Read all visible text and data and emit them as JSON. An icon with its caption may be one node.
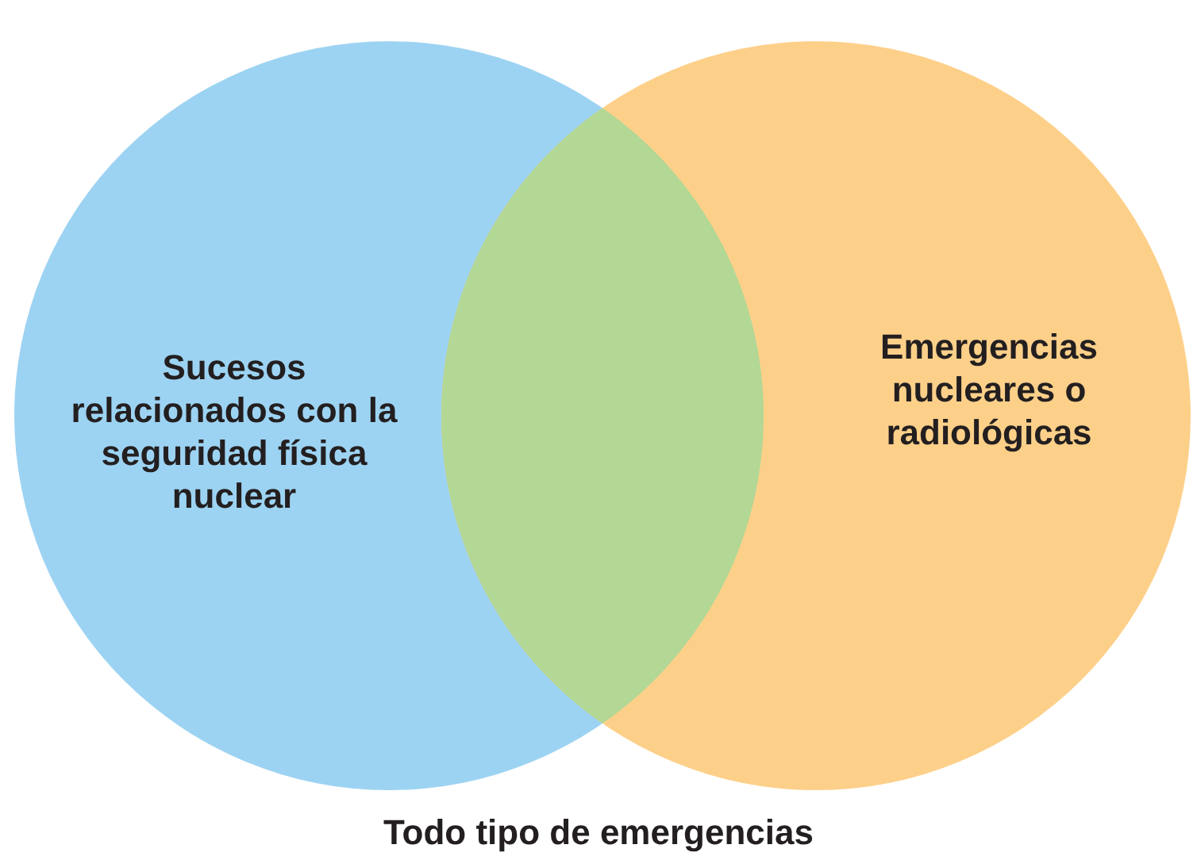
{
  "diagram": {
    "caption": "Todo tipo de emergencias",
    "nodes": [
      {
        "text": [
          "Sucesos relacionados con la seguridad física nuclear"
        ]
      },
      {
        "text": [
          "Emergencias nucleares o radiológicas"
        ]
      }
    ]
  }
}
